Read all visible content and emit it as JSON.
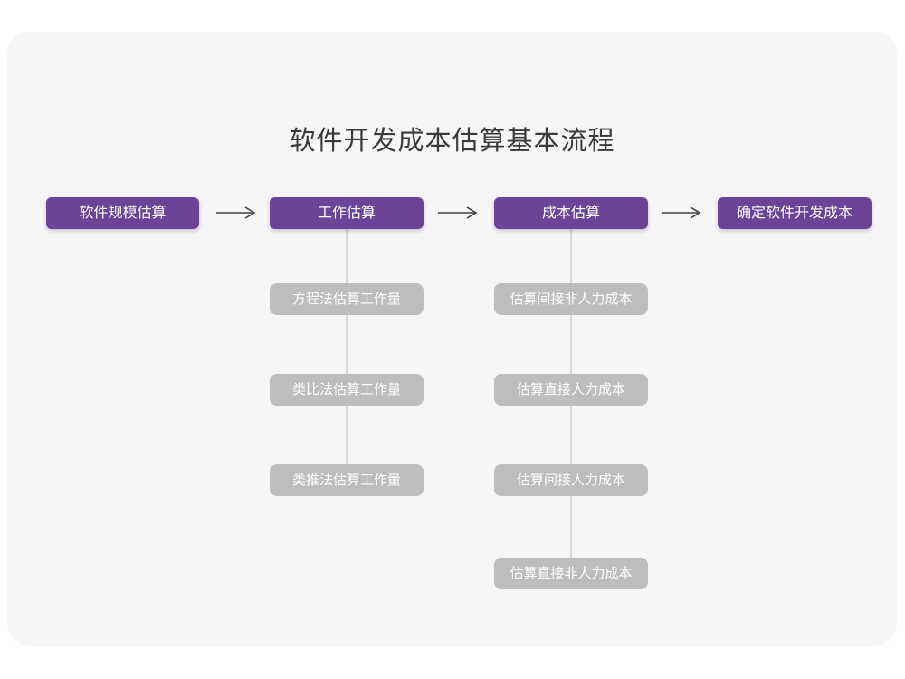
{
  "page": {
    "title": "软件开发成本估算基本流程"
  },
  "colors": {
    "page_background": "#FFFFFF",
    "card_background": "#F6F6F6",
    "main_step_purple": "#6B4397",
    "sub_step_gray": "#BDBDBD",
    "connector_line_gray": "#D8D8D8",
    "arrow_color": "#3F3F3F",
    "title_text": "#3A3A3A",
    "box_text": "#FFFFFF"
  },
  "flow": {
    "main_steps": [
      {
        "label": "软件规模估算"
      },
      {
        "label": "工作估算"
      },
      {
        "label": "成本估算"
      },
      {
        "label": "确定软件开发成本"
      }
    ],
    "work_estimation_methods": [
      "方程法估算工作量",
      "类比法估算工作量",
      "类推法估算工作量"
    ],
    "cost_estimation_steps": [
      "估算间接非人力成本",
      "估算直接人力成本",
      "估算间接人力成本",
      "估算直接非人力成本"
    ]
  }
}
